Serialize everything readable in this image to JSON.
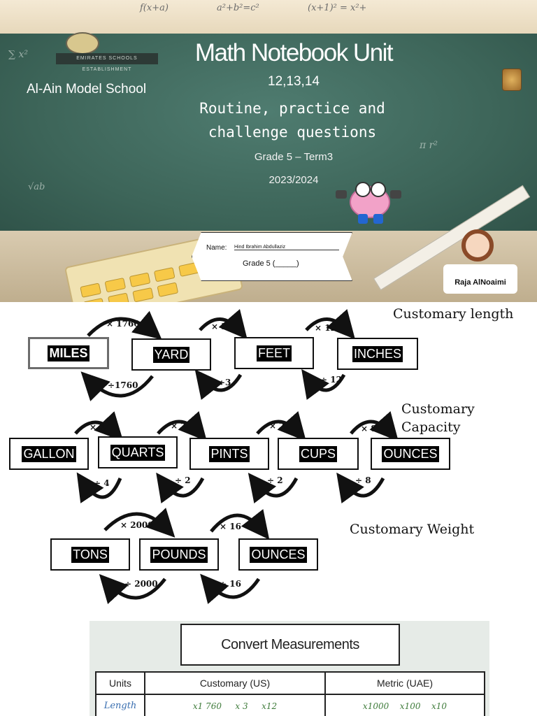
{
  "cover": {
    "title": "Math Notebook Unit",
    "units": "12,13,14",
    "school": "Al-Ain Model School",
    "subtitle_line1": "Routine, practice and",
    "subtitle_line2": "challenge questions",
    "grade_term": "Grade 5 – Term3",
    "year": "2023/2024",
    "logo_caption": "EMIRATES SCHOOLS ESTABLISHMENT",
    "name_label": "Name:",
    "name_value": "Hind Ibrahim Abdullaziz",
    "grade_line": "Grade 5 (_____)",
    "teacher": "Raja AlNoaimi"
  },
  "length": {
    "title": "Customary length",
    "units": [
      "MILES",
      "YARD",
      "FEET",
      "INCHES"
    ],
    "multiply": [
      "× 1760",
      "× 3",
      "× 12"
    ],
    "divide": [
      "÷1760",
      "÷3",
      "÷ 12"
    ]
  },
  "capacity": {
    "title_line1": "Customary",
    "title_line2": "Capacity",
    "units": [
      "GALLON",
      "QUARTS",
      "PINTS",
      "CUPS",
      "OUNCES"
    ],
    "multiply": [
      "× 4",
      "× 2",
      "× 2",
      "× 8"
    ],
    "divide": [
      "÷ 4",
      "÷ 2",
      "÷ 2",
      "÷ 8"
    ]
  },
  "weight": {
    "title": "Customary Weight",
    "units": [
      "TONS",
      "POUNDS",
      "OUNCES"
    ],
    "multiply": [
      "× 2000",
      "× 16"
    ],
    "divide": [
      "÷ 2000",
      "÷ 16"
    ]
  },
  "photo": {
    "header": "Convert Measurements",
    "col_units": "Units",
    "col_customary": "Customary (US)",
    "col_metric": "Metric (UAE)",
    "row_label": "Length",
    "customary_factors": [
      "x1 760",
      "x 3",
      "x12"
    ],
    "metric_factors": [
      "x1000",
      "x100",
      "x10"
    ]
  }
}
